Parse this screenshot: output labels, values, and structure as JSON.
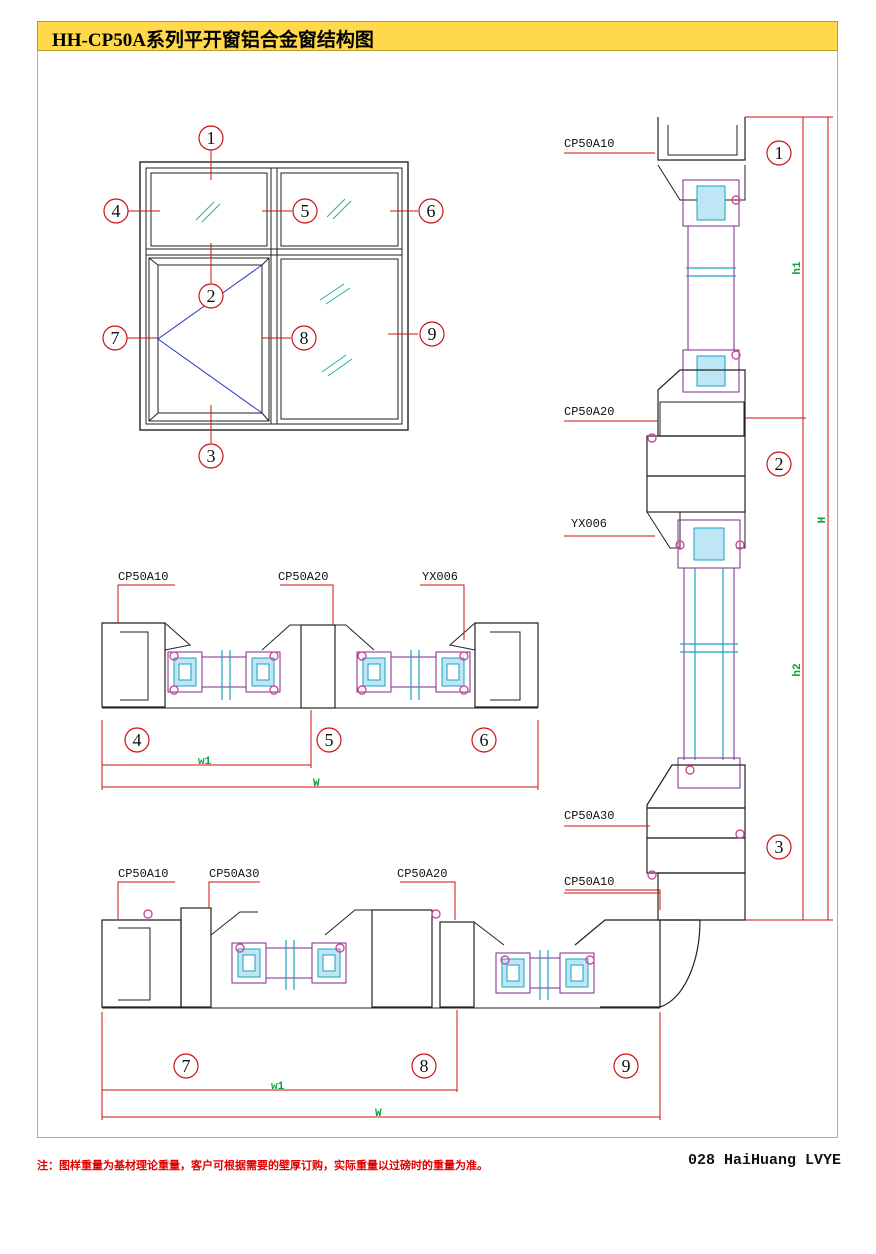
{
  "title": "HH-CP50A系列平开窗铝合金窗结构图",
  "footer": {
    "note": "注：图样重量为基材理论重量，客户可根据需要的壁厚订购，实际重量以过磅时的重量为准。",
    "page": "028 HaiHuang LVYE"
  },
  "elevation": {
    "markers": [
      "1",
      "2",
      "3",
      "4",
      "5",
      "6",
      "7",
      "8",
      "9"
    ]
  },
  "section_top": {
    "profiles": [
      "CP50A10",
      "CP50A20",
      "YX006"
    ],
    "markers": [
      "4",
      "5",
      "6"
    ],
    "dims": [
      "w1",
      "W"
    ]
  },
  "section_bottom": {
    "profiles": [
      "CP50A10",
      "CP50A30",
      "CP50A20"
    ],
    "markers": [
      "7",
      "8",
      "9"
    ],
    "dims": [
      "w1",
      "W"
    ]
  },
  "section_vertical": {
    "profiles": [
      "CP50A10",
      "CP50A20",
      "YX006",
      "CP50A30",
      "CP50A10"
    ],
    "markers": [
      "1",
      "2",
      "3"
    ],
    "dims": [
      "h1",
      "H",
      "h2"
    ]
  },
  "colors": {
    "title_bg": "#ffd94a",
    "dim": "#10a040",
    "glass_line": "#1aa0c8",
    "seal": "#d4489a",
    "note": "#e00000"
  }
}
